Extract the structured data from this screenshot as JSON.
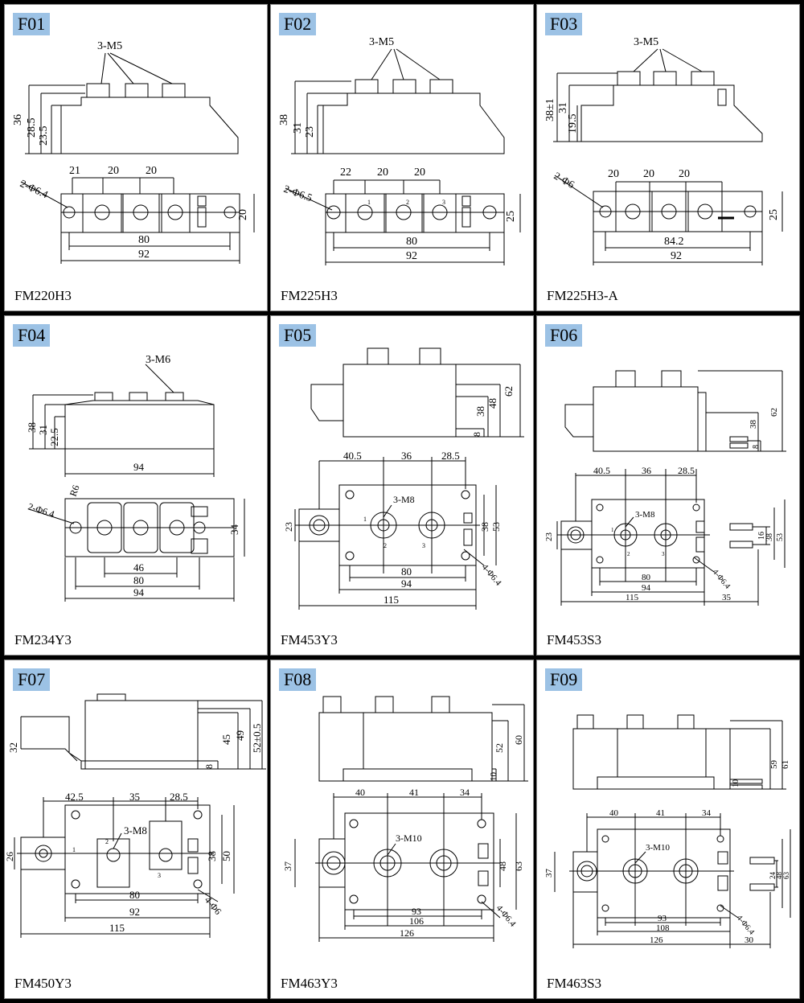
{
  "panels": [
    {
      "tag": "F01",
      "model": "FM220H3",
      "top": {
        "screw": "3-M5",
        "heights": [
          "36",
          "28.5",
          "23.5"
        ]
      },
      "plan": {
        "spacings": [
          "21",
          "20",
          "20"
        ],
        "hole": "2-Φ6.4",
        "width": "20",
        "inner": "80",
        "outer": "92"
      }
    },
    {
      "tag": "F02",
      "model": "FM225H3",
      "top": {
        "screw": "3-M5",
        "heights": [
          "38",
          "31",
          "23"
        ]
      },
      "plan": {
        "spacings": [
          "22",
          "20",
          "20"
        ],
        "hole": "2-Φ6.5",
        "width": "25",
        "inner": "80",
        "outer": "92",
        "terminals": [
          "1",
          "2",
          "3"
        ]
      }
    },
    {
      "tag": "F03",
      "model": "FM225H3-A",
      "top": {
        "screw": "3-M5",
        "heights": [
          "38±1",
          "31",
          "19.5"
        ]
      },
      "plan": {
        "spacings": [
          "20",
          "20",
          "20"
        ],
        "hole": "2-Φ6",
        "width": "25",
        "inner": "84.2",
        "outer": "92"
      }
    },
    {
      "tag": "F04",
      "model": "FM234Y3",
      "top": {
        "screw": "3-M6",
        "heights": [
          "38",
          "31",
          "22.5"
        ],
        "length": "94"
      },
      "plan": {
        "radius": "R6",
        "hole": "2-Φ6.4",
        "width": "34",
        "dims": [
          "46",
          "80",
          "94"
        ]
      }
    },
    {
      "tag": "F05",
      "model": "FM453Y3",
      "top": {
        "heights": [
          "62",
          "48",
          "38",
          "8"
        ]
      },
      "plan": {
        "spacings": [
          "40.5",
          "36",
          "28.5"
        ],
        "screw": "3-M8",
        "left": "23",
        "heights": [
          "38",
          "53"
        ],
        "hole": "4-Φ6.4",
        "dims": [
          "80",
          "94",
          "115"
        ],
        "terminals": [
          "1",
          "2",
          "3"
        ]
      }
    },
    {
      "tag": "F06",
      "model": "FM453S3",
      "top": {
        "heights": [
          "62",
          "38",
          "8"
        ]
      },
      "plan": {
        "spacings": [
          "40.5",
          "36",
          "28.5"
        ],
        "screw": "3-M8",
        "left": "23",
        "heights": [
          "16",
          "38",
          "53"
        ],
        "hole": "4-Φ6.4",
        "dims": [
          "80",
          "94",
          "115",
          "35"
        ],
        "terminals": [
          "1",
          "2",
          "3"
        ]
      }
    },
    {
      "tag": "F07",
      "model": "FM450Y3",
      "top": {
        "heights": [
          "32",
          "45",
          "49",
          "52±0.5",
          "8"
        ]
      },
      "plan": {
        "spacings": [
          "42.5",
          "35",
          "28.5"
        ],
        "screw": "3-M8",
        "left": "26",
        "heights": [
          "38",
          "50"
        ],
        "hole": "4-Φ6",
        "dims": [
          "80",
          "92",
          "115"
        ],
        "terminals": [
          "1",
          "2",
          "3"
        ]
      }
    },
    {
      "tag": "F08",
      "model": "FM463Y3",
      "top": {
        "heights": [
          "52",
          "60",
          "10"
        ]
      },
      "plan": {
        "spacings": [
          "40",
          "41",
          "34"
        ],
        "screw": "3-M10",
        "left": "37",
        "heights": [
          "48",
          "63"
        ],
        "hole": "4-Φ6.4",
        "dims": [
          "93",
          "106",
          "126"
        ]
      }
    },
    {
      "tag": "F09",
      "model": "FM463S3",
      "top": {
        "heights": [
          "59",
          "61",
          "10"
        ]
      },
      "plan": {
        "spacings": [
          "40",
          "41",
          "34"
        ],
        "screw": "3-M10",
        "left": "37",
        "heights": [
          "24",
          "48",
          "63"
        ],
        "hole": "4-Φ6.4",
        "dims": [
          "93",
          "108",
          "126",
          "30"
        ]
      }
    }
  ]
}
